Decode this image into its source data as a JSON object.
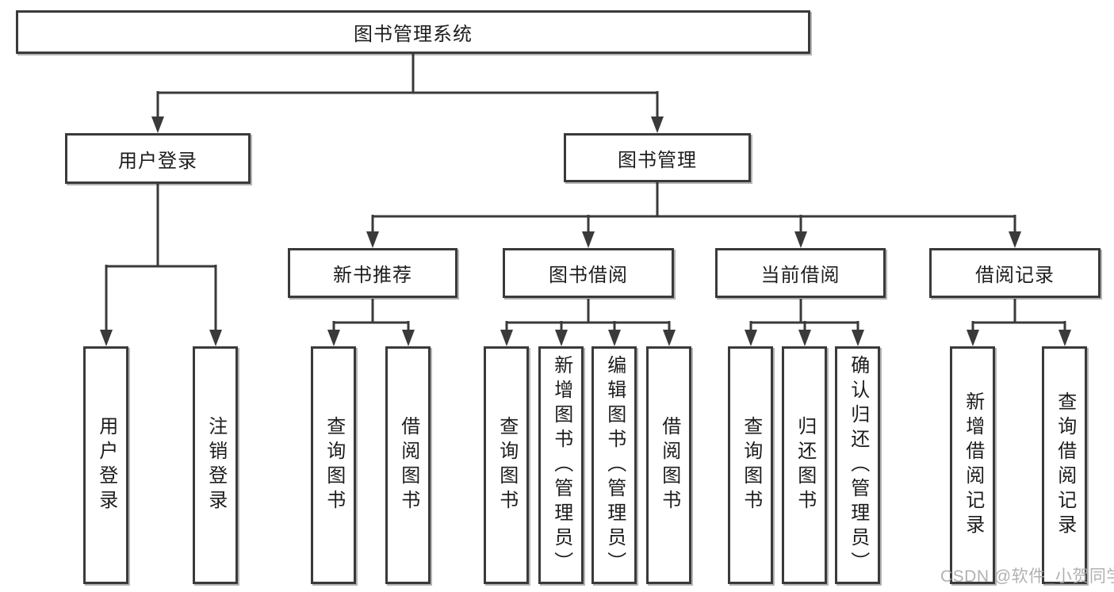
{
  "diagram_title": "图书管理系统",
  "tree": {
    "label": "图书管理系统",
    "children": [
      {
        "label": "用户登录",
        "children": [
          {
            "label": "用户登录"
          },
          {
            "label": "注销登录"
          }
        ]
      },
      {
        "label": "图书管理",
        "children": [
          {
            "label": "新书推荐",
            "children": [
              {
                "label": "查询图书"
              },
              {
                "label": "借阅图书"
              }
            ]
          },
          {
            "label": "图书借阅",
            "children": [
              {
                "label": "查询图书"
              },
              {
                "label": "新增图书（管理员）"
              },
              {
                "label": "编辑图书（管理员）"
              },
              {
                "label": "借阅图书"
              }
            ]
          },
          {
            "label": "当前借阅",
            "children": [
              {
                "label": "查询图书"
              },
              {
                "label": "归还图书"
              },
              {
                "label": "确认归还（管理员）"
              }
            ]
          },
          {
            "label": "借阅记录",
            "children": [
              {
                "label": "新增借阅记录"
              },
              {
                "label": "查询借阅记录"
              }
            ]
          }
        ]
      }
    ]
  },
  "watermark": "CSDN @软件_小贺同学",
  "colors": {
    "line": "#3a3a3a",
    "box_border": "#3a3a3a",
    "box_background": "#ffffff",
    "text": "#1d1d1d",
    "watermark": "#a8a8a8"
  }
}
